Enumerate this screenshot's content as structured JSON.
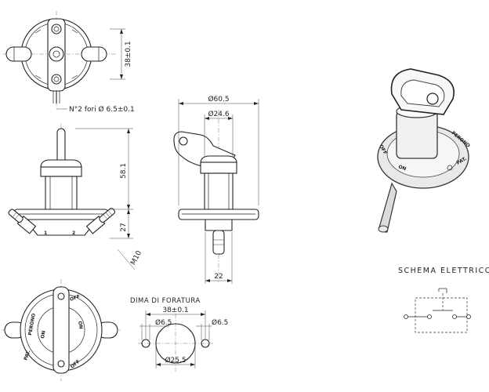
{
  "top_view": {
    "dim_vertical": "38±0.1",
    "holes_note": "N°2 fori Ø 6.5±0.1"
  },
  "front_view": {
    "dim_height": "58.1",
    "dim_flange": "27",
    "terminal_1": "1",
    "terminal_2": "2",
    "thread": "M10"
  },
  "side_view": {
    "dim_outer": "Ø60.5",
    "dim_inner": "Ø24.6",
    "dim_bottom": "22"
  },
  "bottom_view": {
    "labels": [
      "OFF",
      "PERONO",
      "ON",
      "PAT.",
      "ON",
      "OFF"
    ]
  },
  "drilling_template": {
    "title": "DIMA DI FORATURA",
    "dim_spacing": "38±0.1",
    "dim_hole_left": "Ø6.5",
    "dim_hole_right": "Ø6.5",
    "dim_center": "Ø25.5"
  },
  "photo": {
    "labels": [
      "OFF",
      "ON",
      "PERONO",
      "PAT."
    ]
  },
  "schematic": {
    "title": "SCHEMA ELETTRICO"
  }
}
